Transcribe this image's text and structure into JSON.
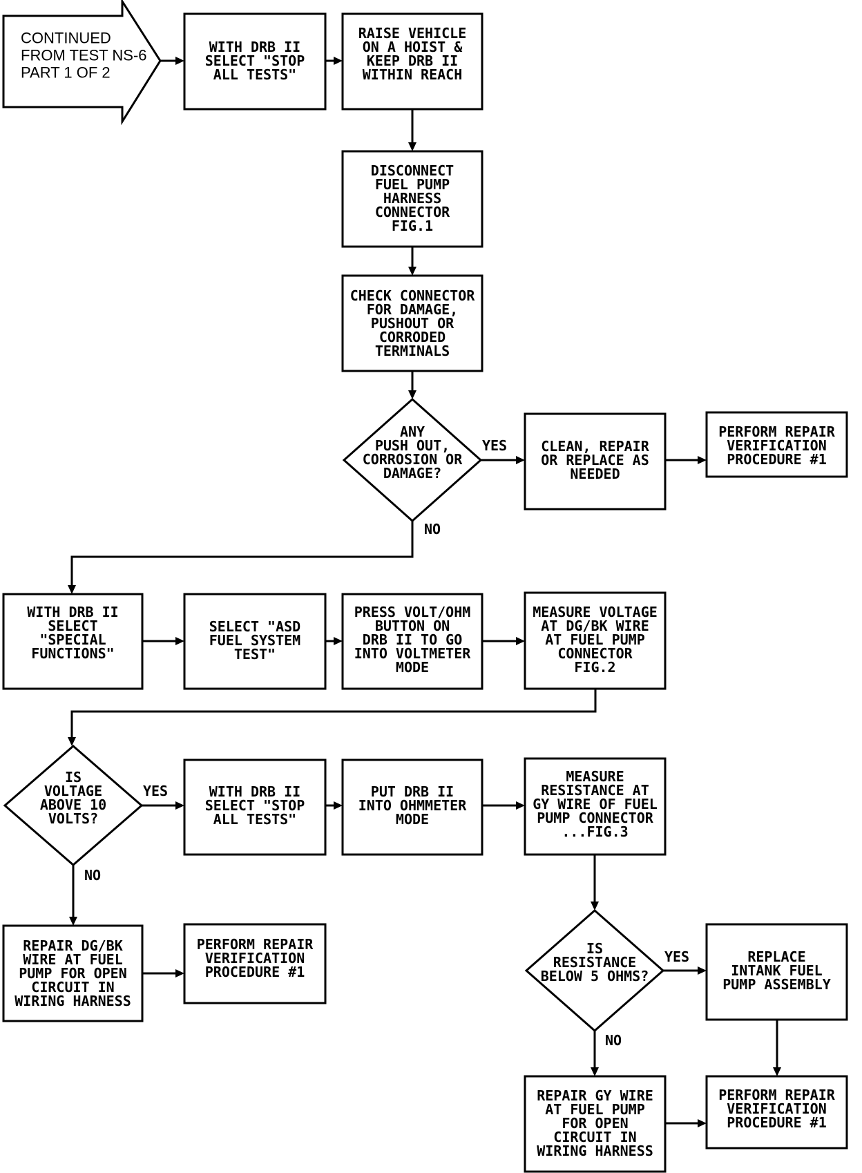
{
  "entry": {
    "lines": [
      "CONTINUED",
      "FROM TEST NS-6",
      "PART 1 OF 2"
    ]
  },
  "nodes": {
    "select_stop_1": [
      "WITH DRB II",
      "SELECT \"STOP",
      "ALL TESTS\""
    ],
    "raise_vehicle": [
      "RAISE VEHICLE",
      "ON A HOIST &",
      "KEEP DRB II",
      "WITHIN REACH"
    ],
    "disconnect": [
      "DISCONNECT",
      "FUEL PUMP",
      "HARNESS",
      "CONNECTOR",
      "FIG.1"
    ],
    "check_connector": [
      "CHECK CONNECTOR",
      "FOR DAMAGE,",
      "PUSHOUT OR",
      "CORRODED",
      "TERMINALS"
    ],
    "dec_pushout": [
      "ANY",
      "PUSH OUT,",
      "CORROSION OR",
      "DAMAGE?"
    ],
    "clean_repair": [
      "CLEAN, REPAIR",
      "OR REPLACE AS",
      "NEEDED"
    ],
    "verify_1": [
      "PERFORM REPAIR",
      "VERIFICATION",
      "PROCEDURE #1"
    ],
    "select_special": [
      "WITH DRB II",
      "SELECT",
      "\"SPECIAL",
      "FUNCTIONS\""
    ],
    "select_asd": [
      "SELECT \"ASD",
      "FUEL SYSTEM",
      "TEST\""
    ],
    "press_voltohm": [
      "PRESS VOLT/OHM",
      "BUTTON ON",
      "DRB II TO GO",
      "INTO VOLTMETER",
      "MODE"
    ],
    "measure_voltage": [
      "MEASURE VOLTAGE",
      "AT DG/BK WIRE",
      "AT FUEL PUMP",
      "CONNECTOR",
      "FIG.2"
    ],
    "dec_voltage": [
      "IS",
      "VOLTAGE",
      "ABOVE 10",
      "VOLTS?"
    ],
    "select_stop_2": [
      "WITH DRB II",
      "SELECT \"STOP",
      "ALL TESTS\""
    ],
    "ohmmeter": [
      "PUT DRB II",
      "INTO OHMMETER",
      "MODE"
    ],
    "measure_resistance": [
      "MEASURE",
      "RESISTANCE AT",
      "GY WIRE OF FUEL",
      "PUMP CONNECTOR",
      "...FIG.3"
    ],
    "repair_dgbk": [
      "REPAIR DG/BK",
      "WIRE AT FUEL",
      "PUMP FOR OPEN",
      "CIRCUIT IN",
      "WIRING HARNESS"
    ],
    "verify_2": [
      "PERFORM REPAIR",
      "VERIFICATION",
      "PROCEDURE #1"
    ],
    "dec_resistance": [
      "IS",
      "RESISTANCE",
      "BELOW 5 OHMS?"
    ],
    "replace_pump": [
      "REPLACE",
      "INTANK FUEL",
      "PUMP ASSEMBLY"
    ],
    "repair_gy": [
      "REPAIR GY WIRE",
      "AT FUEL PUMP",
      "FOR OPEN",
      "CIRCUIT IN",
      "WIRING HARNESS"
    ],
    "verify_3": [
      "PERFORM REPAIR",
      "VERIFICATION",
      "PROCEDURE #1"
    ]
  },
  "labels": {
    "yes_pushout": "YES",
    "no_pushout": "NO",
    "yes_voltage": "YES",
    "no_voltage": "NO",
    "yes_resistance": "YES",
    "no_resistance": "NO"
  }
}
